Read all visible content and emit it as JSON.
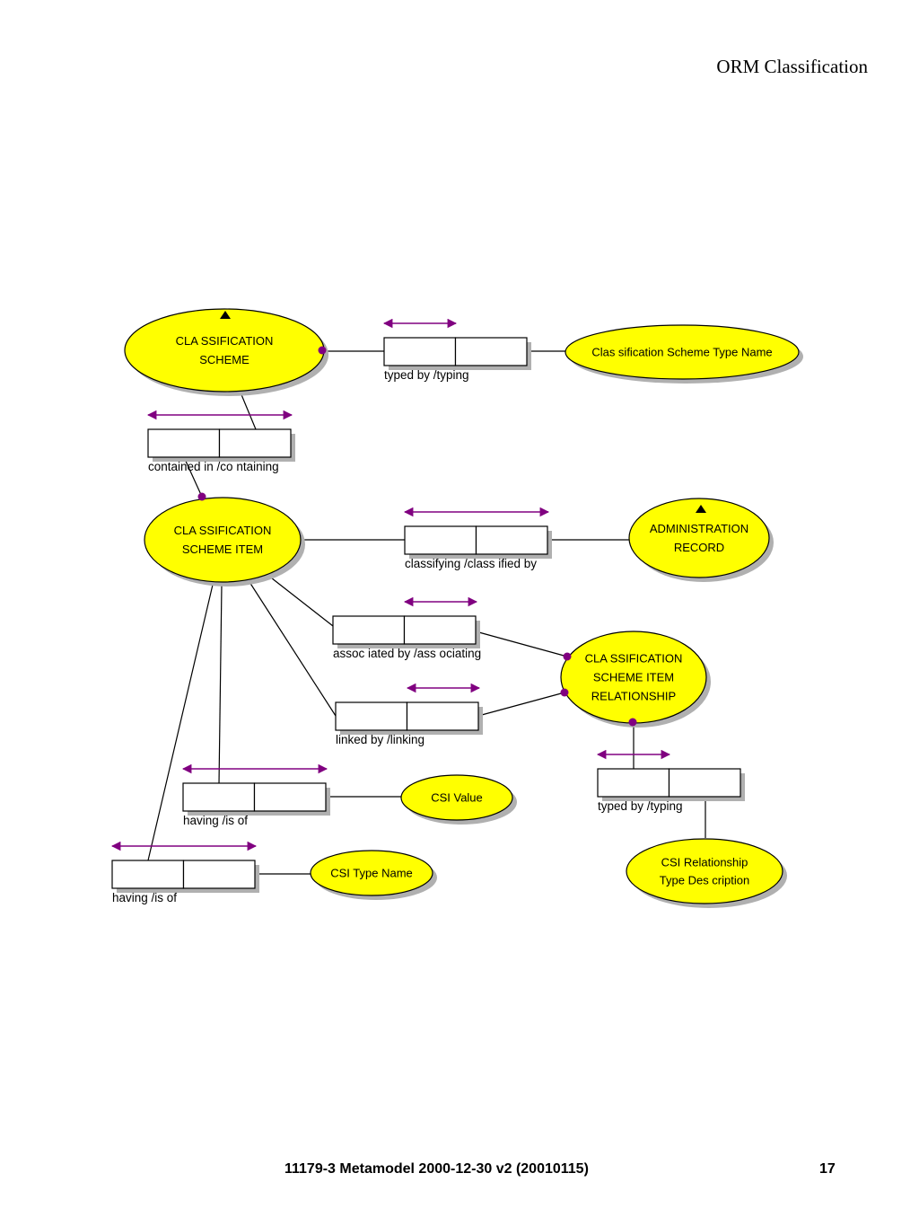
{
  "header": {
    "title": "ORM Classification"
  },
  "footer": {
    "document_id": "11179-3 Metamodel 2000-12-30 v2 (20010115)",
    "page_number": "17"
  },
  "colors": {
    "object_fill": "#ffff00",
    "constraint": "#800080",
    "shadow": "#b0b0b0",
    "line": "#000000"
  },
  "entities": {
    "classification_scheme": [
      "CLA SSIFICATION",
      "SCHEME"
    ],
    "classification_scheme_item": [
      "CLA SSIFICATION",
      "SCHEME ITEM"
    ],
    "administration_record": [
      "ADMINISTRATION",
      "RECORD"
    ],
    "csi_relationship": [
      "CLA SSIFICATION",
      "SCHEME ITEM",
      "RELATIONSHIP"
    ]
  },
  "value_types": {
    "scheme_type_name": [
      "Clas sification Scheme Type Name"
    ],
    "csi_value": [
      "CSI Value"
    ],
    "csi_type_name": [
      "CSI Type Name"
    ],
    "csi_relationship_type_description": [
      "CSI Relationship",
      "Type Des cription"
    ]
  },
  "fact_types": {
    "scheme_typed_by": "typed by  /typing",
    "contained_in": "contained in  /co ntaining",
    "classifying": "classifying  /class ified by",
    "associated_by": "assoc iated by  /ass ociating",
    "linked_by": "linked by  /linking",
    "having_value": "having  /is  of",
    "having_type_name": "having  /is  of",
    "relationship_typed_by": "typed by  /typing"
  }
}
